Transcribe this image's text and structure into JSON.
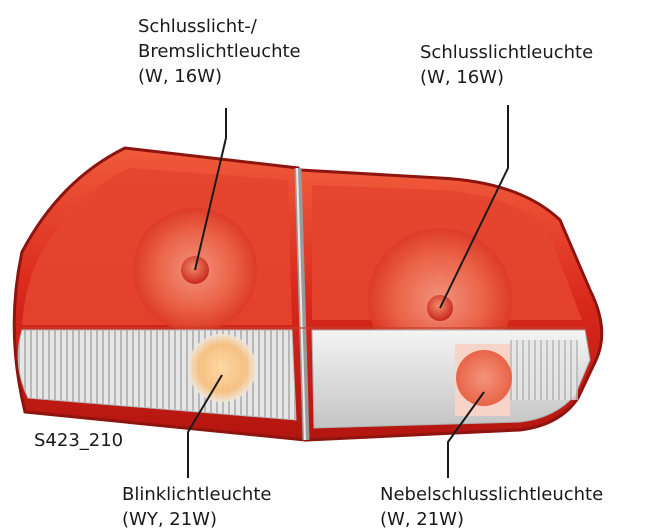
{
  "labels": {
    "brake_tail": {
      "line1": "Schlusslicht-/",
      "line2": "Bremslichtleuchte",
      "line3": "(W, 16W)"
    },
    "tail": {
      "line1": "Schlusslichtleuchte",
      "line2": "(W, 16W)"
    },
    "turn": {
      "line1": "Blinklichtleuchte",
      "line2": "(WY, 21W)"
    },
    "fog": {
      "line1": "Nebelschlusslichtleuchte",
      "line2": "(W, 21W)"
    }
  },
  "figure_code": "S423_210"
}
